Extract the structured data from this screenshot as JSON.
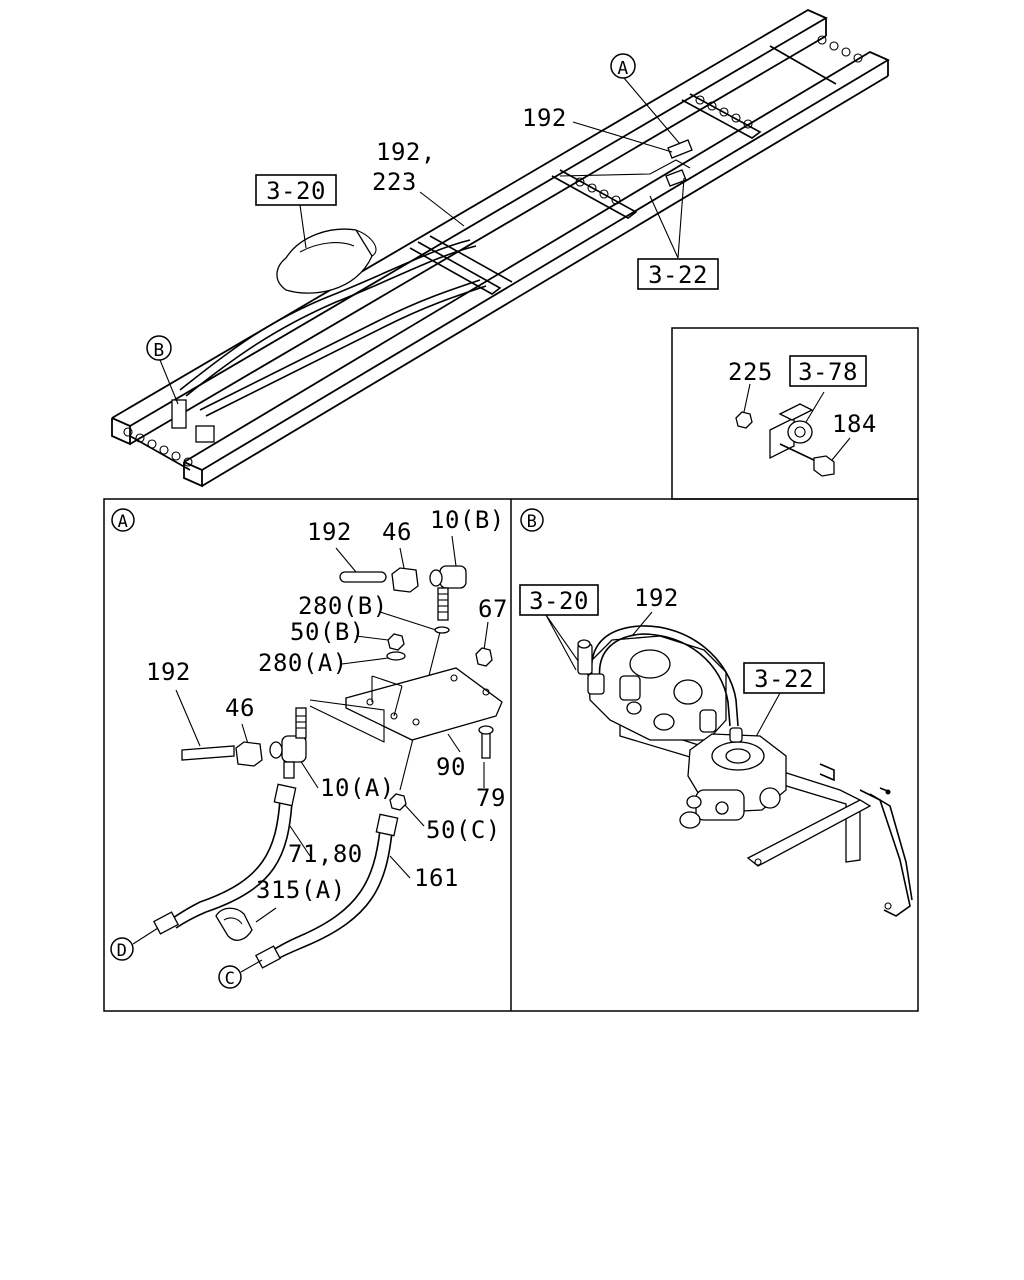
{
  "callouts": {
    "a": "A",
    "b": "B",
    "c": "C",
    "d": "D"
  },
  "chassis": {
    "ref_3_20": "3-20",
    "ref_3_22": "3-22",
    "lbl_192": "192",
    "lbl_192_comma": "192,",
    "lbl_223": "223"
  },
  "inset": {
    "lbl_225": "225",
    "ref_3_78": "3-78",
    "lbl_184": "184"
  },
  "detail_a": {
    "lbl_192_top": "192",
    "lbl_46_top": "46",
    "lbl_10b": "10(B)",
    "lbl_280b": "280(B)",
    "lbl_67": "67",
    "lbl_50b": "50(B)",
    "lbl_280a": "280(A)",
    "lbl_192_left": "192",
    "lbl_46_left": "46",
    "lbl_90": "90",
    "lbl_10a": "10(A)",
    "lbl_79": "79",
    "lbl_50c": "50(C)",
    "lbl_71_80": "71,80",
    "lbl_315a": "315(A)",
    "lbl_161": "161"
  },
  "detail_b": {
    "ref_3_20": "3-20",
    "lbl_192": "192",
    "ref_3_22": "3-22"
  }
}
